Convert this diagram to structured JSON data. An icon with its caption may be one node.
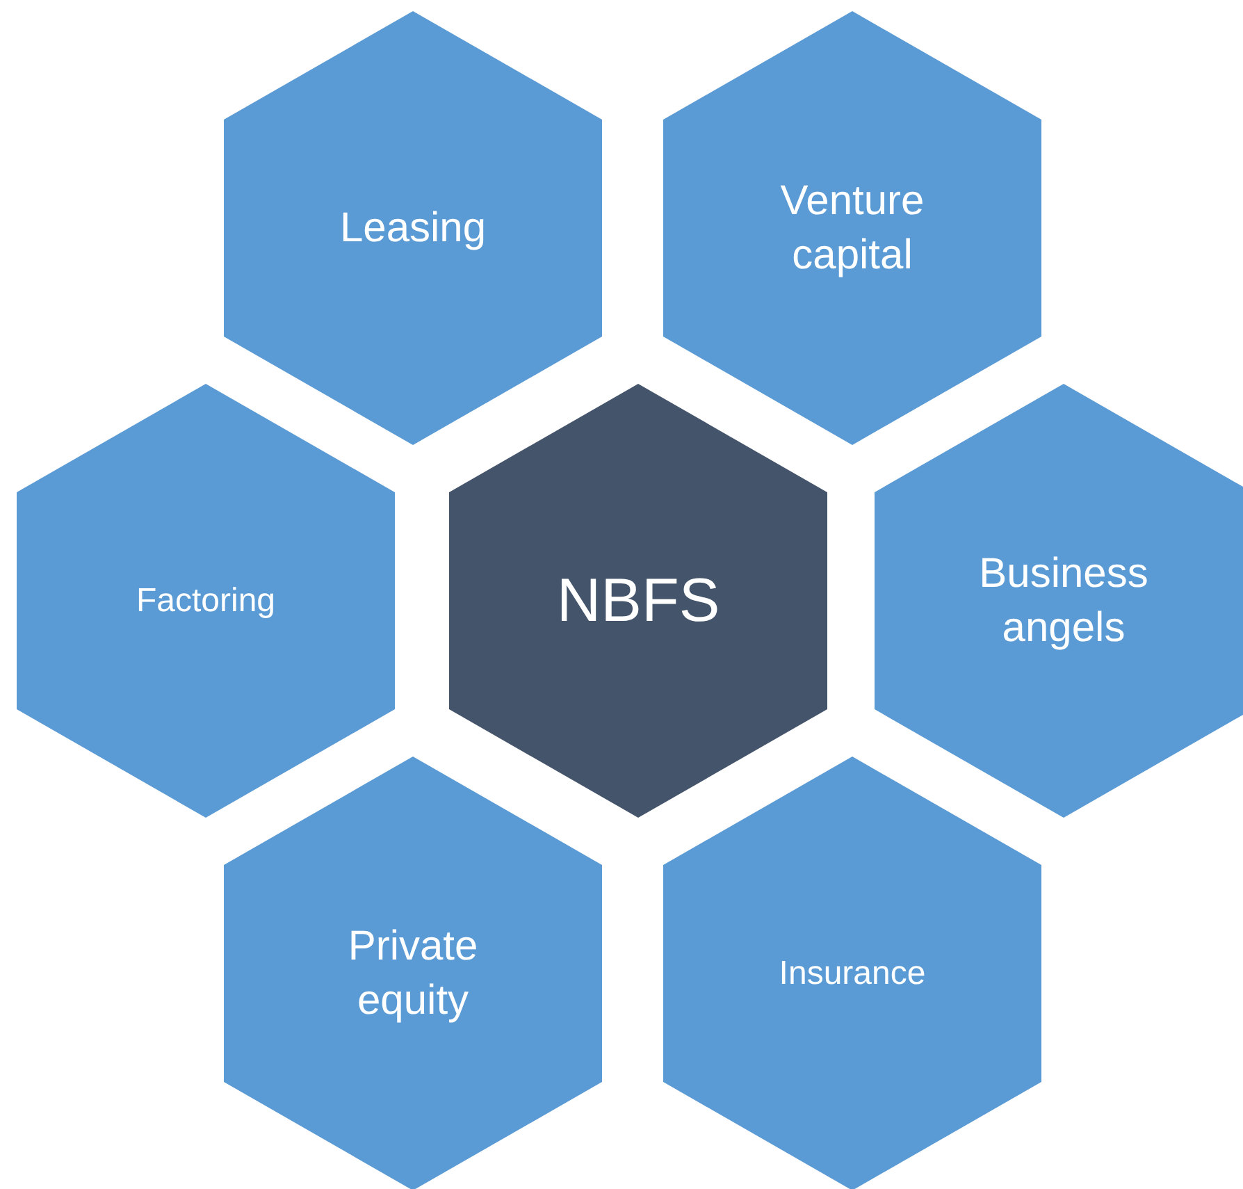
{
  "diagram": {
    "nodes": [
      {
        "text": [
          "Leasing"
        ]
      },
      {
        "text": [
          "Venture capital"
        ]
      },
      {
        "text": [
          "Factoring"
        ]
      },
      {
        "text": [
          "NBFS"
        ]
      },
      {
        "text": [
          "Business angels"
        ]
      },
      {
        "text": [
          "Private equity"
        ]
      },
      {
        "text": [
          "Insurance"
        ]
      }
    ]
  }
}
